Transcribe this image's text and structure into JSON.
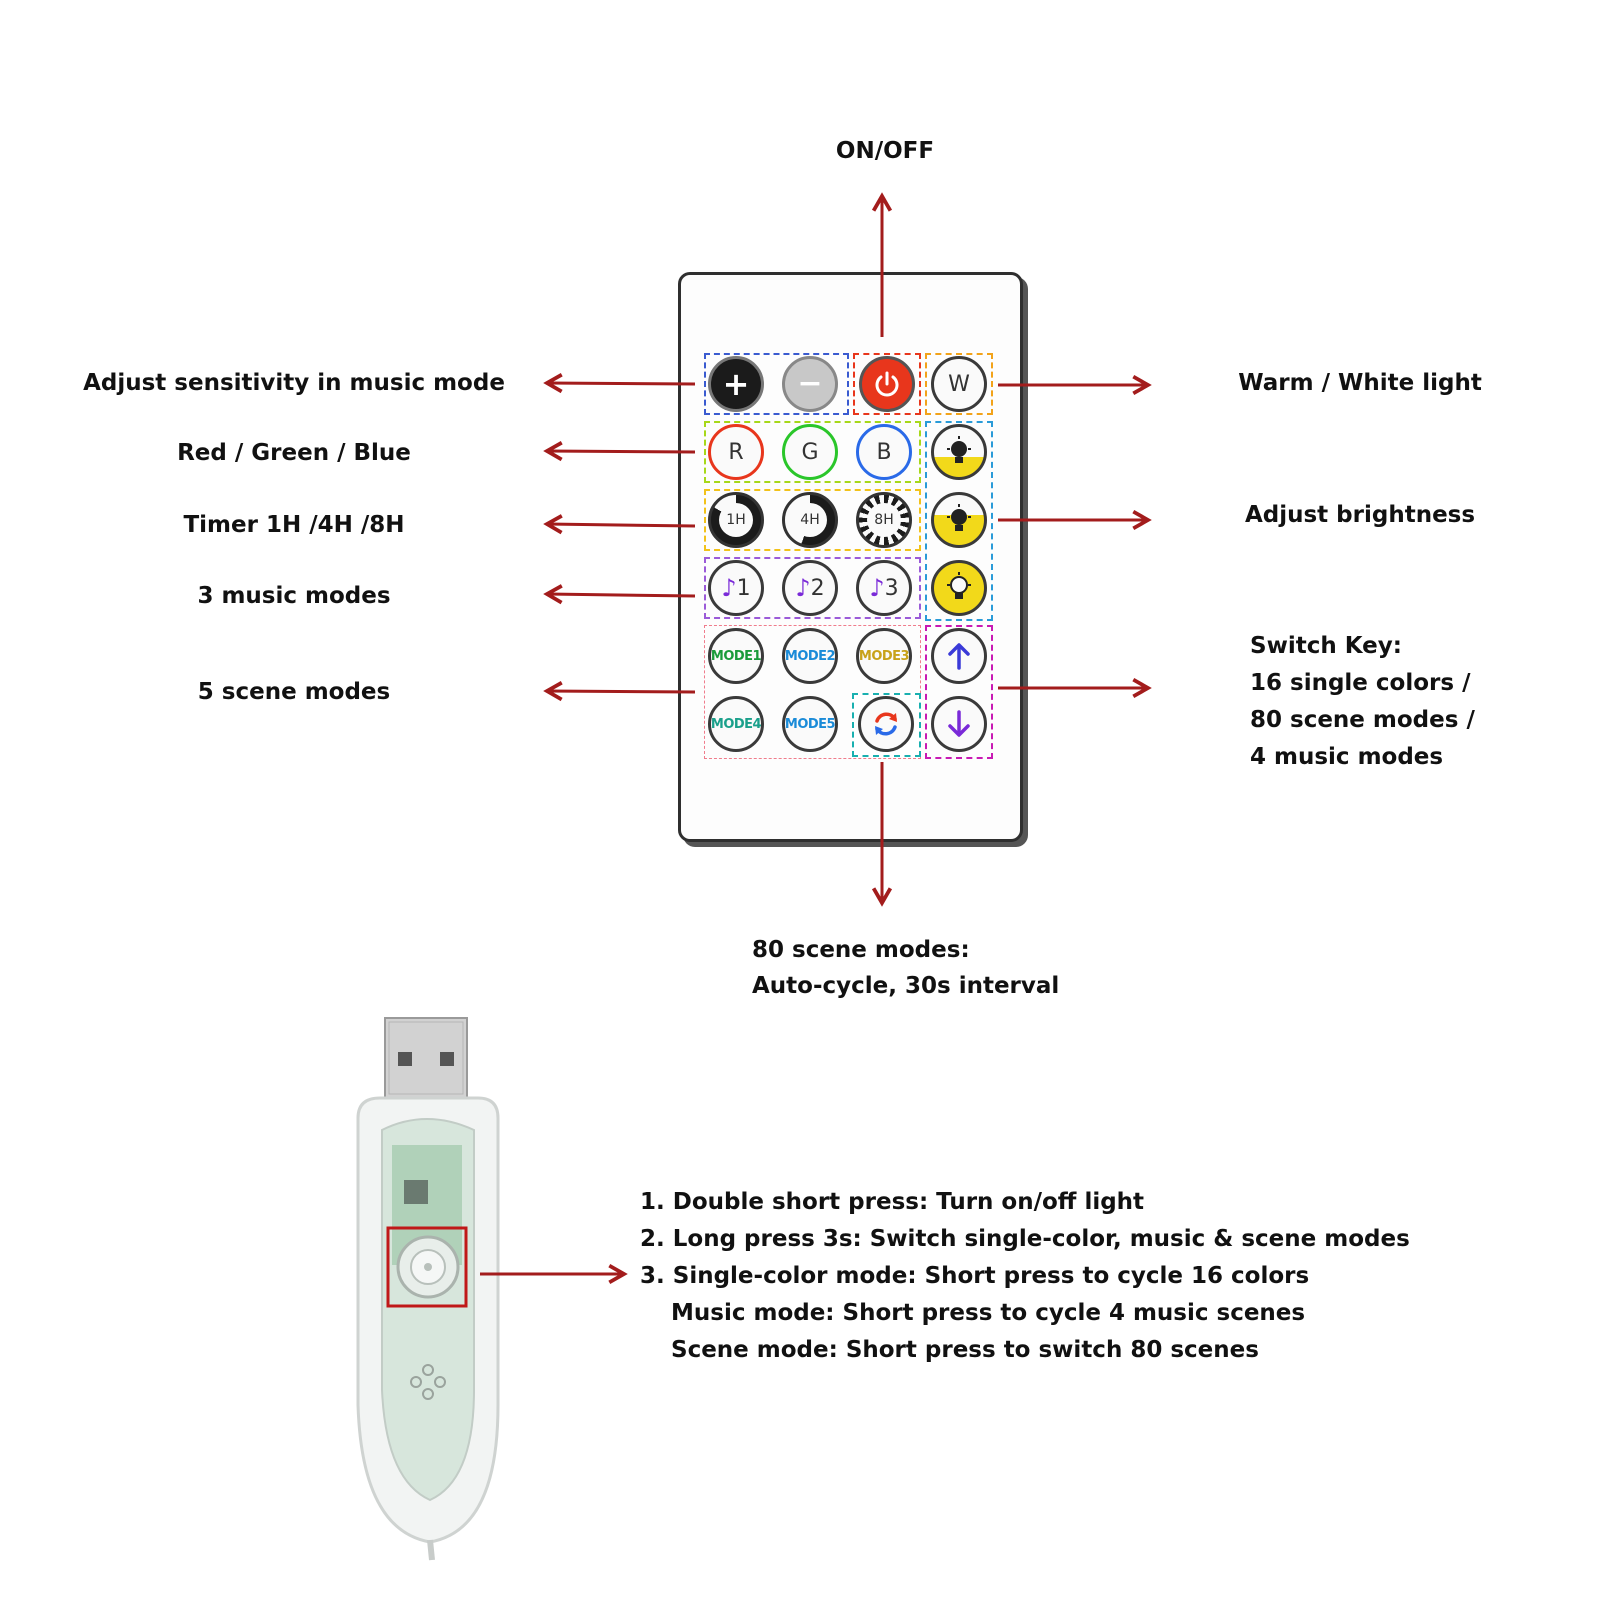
{
  "labels": {
    "on_off": "ON/OFF",
    "sensitivity": "Adjust sensitivity in music mode",
    "rgb": "Red / Green / Blue",
    "timer": "Timer 1H /4H /8H",
    "music": "3 music modes",
    "scene": "5 scene modes",
    "warm_white": "Warm / White light",
    "brightness": "Adjust brightness",
    "switch_key": [
      "Switch Key:",
      "16 single colors /",
      "80 scene modes /",
      "4 music modes"
    ],
    "auto_cycle": [
      "80 scene modes:",
      "Auto-cycle, 30s interval"
    ]
  },
  "remote": {
    "buttons": {
      "plus": "+",
      "minus": "−",
      "w": "W",
      "r": "R",
      "g": "G",
      "b": "B",
      "t1": "1H",
      "t4": "4H",
      "t8": "8H",
      "m1": "1",
      "m2": "2",
      "m3": "3",
      "mode1": "MODE1",
      "mode2": "MODE2",
      "mode3": "MODE3",
      "mode4": "MODE4",
      "mode5": "MODE5"
    }
  },
  "usb_instructions": [
    "1. Double short press: Turn on/off light",
    "2. Long press 3s: Switch single-color, music & scene modes",
    "3. Single-color mode: Short press to cycle 16 colors",
    "Music mode: Short press to cycle 4 music scenes",
    "Scene mode: Short press to switch 80 scenes"
  ],
  "colors": {
    "arrow": "#a31c1c",
    "power": "#e8361c",
    "bulb_yellow": "#f2d91a"
  }
}
